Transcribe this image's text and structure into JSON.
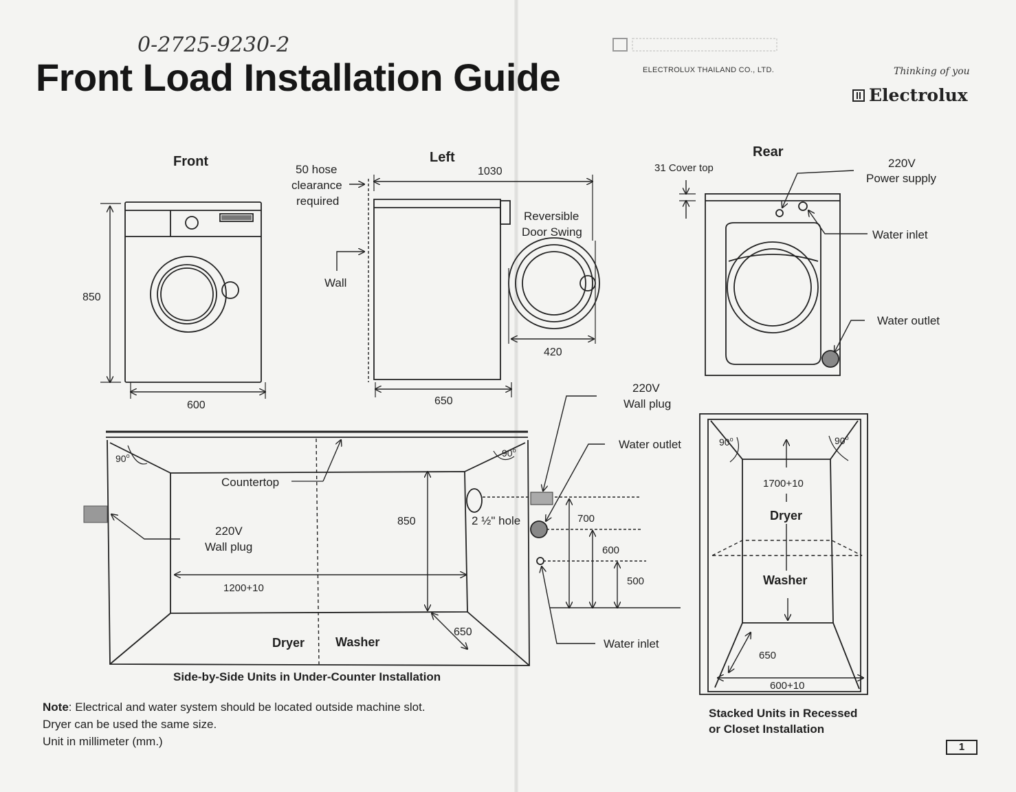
{
  "header": {
    "handwritten_phone": "0-2725-9230-2",
    "title": "Front Load Installation Guide",
    "company": "ELECTROLUX THAILAND CO., LTD.",
    "slogan": "Thinking of you",
    "brand": "Electrolux"
  },
  "front_view": {
    "label": "Front",
    "height": "850",
    "width": "600"
  },
  "left_view": {
    "label": "Left",
    "hose_clearance": [
      "50 hose",
      "clearance",
      "required"
    ],
    "wall": "Wall",
    "depth_total": "1030",
    "depth": "650",
    "door_label": [
      "Reversible",
      "Door Swing"
    ],
    "door_width": "420"
  },
  "rear_view": {
    "label": "Rear",
    "cover_top": "31 Cover top",
    "power": [
      "220V",
      "Power supply"
    ],
    "water_inlet": "Water inlet",
    "water_outlet": "Water outlet"
  },
  "side_by_side": {
    "caption": "Side-by-Side Units in Under-Counter Installation",
    "countertop": "Countertop",
    "wall_plug_left": [
      "220V",
      "Wall plug"
    ],
    "height": "850",
    "width": "1200+10",
    "depth": "650",
    "angle_left": "90",
    "angle_right": "90",
    "dryer": "Dryer",
    "washer": "Washer",
    "hole": "2 ½\" hole",
    "wall_plug_right": [
      "220V",
      "Wall plug"
    ],
    "water_outlet": "Water outlet",
    "water_inlet": "Water inlet",
    "h700": "700",
    "h600": "600",
    "h500": "500"
  },
  "stacked": {
    "caption": [
      "Stacked Units in Recessed",
      "or Closet Installation"
    ],
    "angle_left": "90",
    "angle_right": "90",
    "height": "1700+10",
    "dryer": "Dryer",
    "washer": "Washer",
    "depth": "650",
    "width": "600+10"
  },
  "note": {
    "line1_bold": "Note",
    "line1": ": Electrical and water system should be located outside machine slot.",
    "line2": "Dryer can be used the same size.",
    "line3": "Unit in millimeter (mm.)"
  },
  "page_number": "1"
}
